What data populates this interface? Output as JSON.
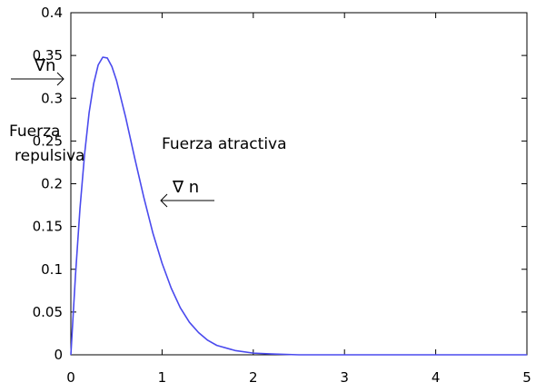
{
  "chart_data": {
    "type": "line",
    "title": "",
    "xlabel": "",
    "ylabel": "",
    "xlim": [
      0,
      5
    ],
    "ylim": [
      0,
      0.4
    ],
    "x_ticks": [
      0,
      1,
      2,
      3,
      4,
      5
    ],
    "x_tick_labels": [
      "0",
      "1",
      "2",
      "3",
      "4",
      "5"
    ],
    "y_ticks": [
      0,
      0.05,
      0.1,
      0.15,
      0.2,
      0.25,
      0.3,
      0.35,
      0.4
    ],
    "y_tick_labels": [
      "0",
      "0.05",
      "0.1",
      "0.15",
      "0.2",
      "0.25",
      "0.3",
      "0.35",
      "0.4"
    ],
    "grid": false,
    "series": [
      {
        "color": "#4a4aee",
        "x": [
          0,
          0.05,
          0.1,
          0.15,
          0.2,
          0.25,
          0.3,
          0.35,
          0.4,
          0.45,
          0.5,
          0.6,
          0.7,
          0.8,
          0.9,
          1.0,
          1.1,
          1.2,
          1.3,
          1.4,
          1.5,
          1.6,
          1.8,
          2.0,
          2.2,
          2.5,
          3.0,
          3.5,
          4.0,
          4.5,
          5.0
        ],
        "y": [
          0,
          0.092,
          0.171,
          0.234,
          0.283,
          0.317,
          0.339,
          0.348,
          0.347,
          0.337,
          0.321,
          0.278,
          0.23,
          0.184,
          0.142,
          0.107,
          0.078,
          0.055,
          0.038,
          0.026,
          0.017,
          0.011,
          0.005,
          0.002,
          0.001,
          0.0,
          0.0,
          0.0,
          0.0,
          0.0,
          0.0
        ]
      }
    ],
    "annotations": {
      "repulsive_line1": "Fuerza",
      "repulsive_line2": "repulsiva",
      "attractive": "Fuerza atractiva",
      "gradient_left": "∇n",
      "gradient_right": "∇ n"
    }
  }
}
